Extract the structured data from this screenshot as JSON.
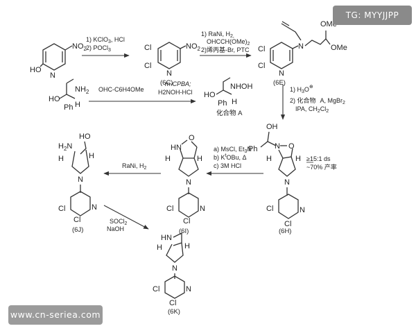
{
  "watermarks": {
    "tg": "TG: MYYJJPP",
    "site": "www.cn-seriea.com"
  },
  "compounds": {
    "c6C": "(6C)",
    "c6E": "(6E)",
    "c6H": "(6H)",
    "c6I": "(6I)",
    "c6J": "(6J)",
    "c6K": "(6K)",
    "compoundA": "化合物 A"
  },
  "atoms": {
    "HO": "HO",
    "NO2": "NO",
    "NO2sub": "2",
    "Cl": "Cl",
    "N": "N",
    "NH2": "NH",
    "NH2sub": "2",
    "Ph": "Ph",
    "H": "H",
    "NHOH": "NHOH",
    "OMe": "OMe",
    "HN": "HN",
    "H2N": "H",
    "H2Nsub": "2",
    "O": "O",
    "OH": "OH",
    "Hbar": "H",
    "Hdot": "H"
  },
  "steps": {
    "s1": [
      "1) KClO",
      "2) POCl"
    ],
    "s1sub": [
      "3",
      "3"
    ],
    "s1tail": [
      ", HCl",
      ""
    ],
    "s2": [
      "1) RaNi, H",
      "OHCCH(OMe)",
      "2)烯丙基-Br, PTC"
    ],
    "s2sub": [
      "2,",
      "2",
      ""
    ],
    "s3": [
      "OHC-C6H4OMe"
    ],
    "s4": [
      "m-CPBA;",
      "H2NOH-HCl"
    ],
    "s5": [
      "1) H",
      "2) 化合物",
      "A, MgBr",
      "IPA, CH",
      "Cl",
      "2"
    ],
    "s5b": [
      "3",
      "O",
      "⊕",
      "2",
      "2"
    ],
    "s6": [
      "a) MsCl, Et",
      "N",
      "b) K",
      "OBu, Δ",
      "c) 3M HCl"
    ],
    "s6b": [
      "3",
      "t"
    ],
    "s7": [
      "RaNi, H",
      "2"
    ],
    "s8": [
      "SOCl",
      "2",
      "NaOH"
    ],
    "ds": [
      "≥15:1 ds",
      "~70% 产率"
    ]
  }
}
